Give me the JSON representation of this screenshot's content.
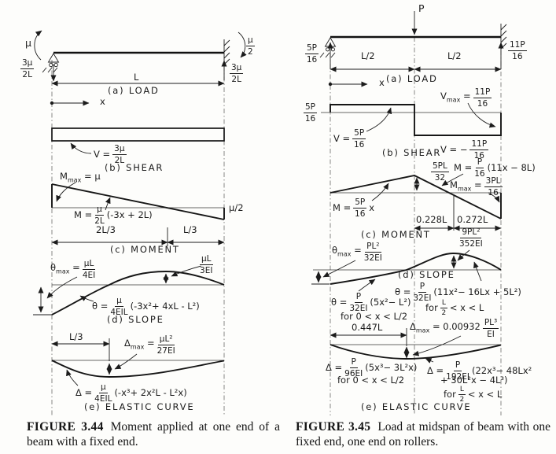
{
  "left": {
    "load": {
      "moment": "μ",
      "reaction_left": {
        "num": "3μ",
        "den": "2L"
      },
      "end_moment": {
        "num": "μ",
        "den": "2"
      },
      "reaction_right": {
        "num": "3μ",
        "den": "2L"
      },
      "span": "L",
      "label": "(a) LOAD",
      "x": "x"
    },
    "shear": {
      "v": {
        "prefix": "V =",
        "num": "3μ",
        "den": "2L"
      },
      "label": "(b) SHEAR"
    },
    "moment": {
      "mmax": {
        "base": "M",
        "sub": "max",
        "eq": "= μ"
      },
      "eq": {
        "prefix": "M =",
        "num": "μ",
        "den": "2L",
        "suffix": "(-3x + 2L)"
      },
      "end_value": "μ/2",
      "dim_left": "2L/3",
      "dim_right": "L/3",
      "label": "(c) MOMENT"
    },
    "slope": {
      "tmax": {
        "base": "θ",
        "sub": "max",
        "eq": "=",
        "num": "μL",
        "den": "4EI"
      },
      "peak": {
        "num": "μL",
        "den": "3EI"
      },
      "eq": {
        "prefix": "θ =",
        "num": "μ",
        "den": "4EIL",
        "suffix": "(-3x²+ 4xL - L²)"
      },
      "label": "(d) SLOPE"
    },
    "elastic": {
      "dim": "L/3",
      "dmax": {
        "base": "Δ",
        "sub": "max",
        "eq": "=",
        "num": "μL²",
        "den": "27EI"
      },
      "eq": {
        "prefix": "Δ =",
        "num": "μ",
        "den": "4EIL",
        "suffix": "(-x³+ 2x²L - L²x)"
      },
      "label": "(e) ELASTIC CURVE"
    },
    "caption": {
      "tag": "FIGURE 3.44",
      "text": "Moment applied at one end of a beam with a fixed end."
    }
  },
  "right": {
    "load": {
      "p": "P",
      "reaction_left": {
        "num": "5P",
        "den": "16"
      },
      "reaction_right": {
        "num": "11P",
        "den": "16"
      },
      "dim_left": "L/2",
      "dim_right": "L/2",
      "label": "(a) LOAD",
      "x": "x"
    },
    "shear": {
      "axis": {
        "num": "5P",
        "den": "16"
      },
      "v1": {
        "prefix": "V =",
        "num": "5P",
        "den": "16"
      },
      "vmax": {
        "base": "V",
        "sub": "max",
        "eq": "=",
        "num": "11P",
        "den": "16"
      },
      "v2": {
        "prefix": "V = −",
        "num": "11P",
        "den": "16"
      },
      "label": "(b) SHEAR"
    },
    "moment": {
      "peak": {
        "num": "5PL",
        "den": "32"
      },
      "eq2": {
        "prefix": "M =",
        "num": "P",
        "den": "16",
        "suffix": "(11x − 8L)"
      },
      "mmax": {
        "base": "M",
        "sub": "max",
        "eq": "=",
        "num": "3PL",
        "den": "16"
      },
      "eq1": {
        "prefix": "M =",
        "num": "5P",
        "den": "16",
        "suffix": "x"
      },
      "dim_left": "0.228L",
      "dim_right": "0.272L",
      "label": "(c) MOMENT"
    },
    "slope": {
      "tmax": {
        "base": "θ",
        "sub": "max",
        "eq": "=",
        "num": "PL²",
        "den": "32EI"
      },
      "peak": {
        "num": "9PL²",
        "den": "352EI"
      },
      "label": "(d) SLOPE",
      "eq2": {
        "prefix": "θ =",
        "num": "P",
        "den": "32EI",
        "suffix": "(11x²− 16Lx + 5L²)"
      },
      "for2": {
        "prefix": "for",
        "num": "L",
        "den": "2",
        "suffix": "< x < L"
      },
      "eq1": {
        "prefix": "θ =",
        "num": "P",
        "den": "32EI",
        "suffix": "(5x²− L²)"
      },
      "for1": "for 0 < x < L/2",
      "dmax": {
        "base": "Δ",
        "sub": "max",
        "eq": "= 0.00932",
        "num": "PL³",
        "den": "EI"
      },
      "dim": "0.447L"
    },
    "elastic": {
      "eq1": {
        "prefix": "Δ =",
        "num": "P",
        "den": "96EI",
        "suffix": "(5x³− 3L²x)"
      },
      "for1": "for 0 < x < L/2",
      "eq2": {
        "prefix": "Δ =",
        "num": "P",
        "den": "192EI",
        "suffix": "(22x³− 48Lx²"
      },
      "eq2b": "+ 30L²x − 4L³)",
      "for2": {
        "prefix": "for",
        "num": "L",
        "den": "2",
        "suffix": "< x < L"
      },
      "label": "(e) ELASTIC CURVE"
    },
    "caption": {
      "tag": "FIGURE 3.45",
      "text": "Load at midspan of beam with one fixed end, one end on rollers."
    }
  }
}
